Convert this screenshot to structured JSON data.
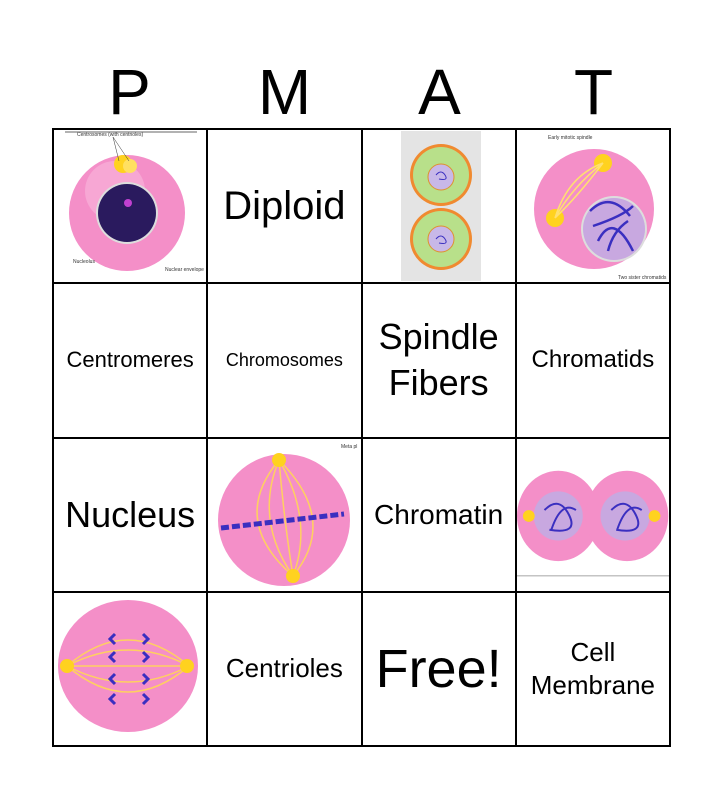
{
  "header": [
    "P",
    "M",
    "A",
    "T"
  ],
  "cells": [
    {
      "type": "image",
      "name": "interphase-cell-image",
      "labels": [
        "Centrosomes (with centrioles)",
        "Nucleolus",
        "Nuclear envelope"
      ]
    },
    {
      "type": "text",
      "text": "Diploid",
      "size": 40
    },
    {
      "type": "image",
      "name": "daughter-cells-image",
      "labels": []
    },
    {
      "type": "image",
      "name": "prophase-cell-image",
      "labels": [
        "Early mitotic spindle",
        "Two sister chromatids"
      ]
    },
    {
      "type": "text",
      "text": "Centromeres",
      "size": 22
    },
    {
      "type": "text",
      "text": "Chromosomes",
      "size": 18
    },
    {
      "type": "text",
      "text": "Spindle Fibers",
      "size": 36
    },
    {
      "type": "text",
      "text": "Chromatids",
      "size": 24
    },
    {
      "type": "text",
      "text": "Nucleus",
      "size": 36
    },
    {
      "type": "image",
      "name": "metaphase-cell-image",
      "labels": [
        "Meta pl"
      ]
    },
    {
      "type": "text",
      "text": "Chromatin",
      "size": 28
    },
    {
      "type": "image",
      "name": "telophase-cell-image",
      "labels": []
    },
    {
      "type": "image",
      "name": "anaphase-cell-image",
      "labels": []
    },
    {
      "type": "text",
      "text": "Centrioles",
      "size": 26
    },
    {
      "type": "text",
      "text": "Free!",
      "size": 54
    },
    {
      "type": "text",
      "text": "Cell Membrane",
      "size": 26
    }
  ],
  "colors": {
    "cell_pink": "#f48fc8",
    "nucleus": "#2a1a5e",
    "aster": "#ffd21f",
    "chromosome": "#3a2fc0"
  }
}
